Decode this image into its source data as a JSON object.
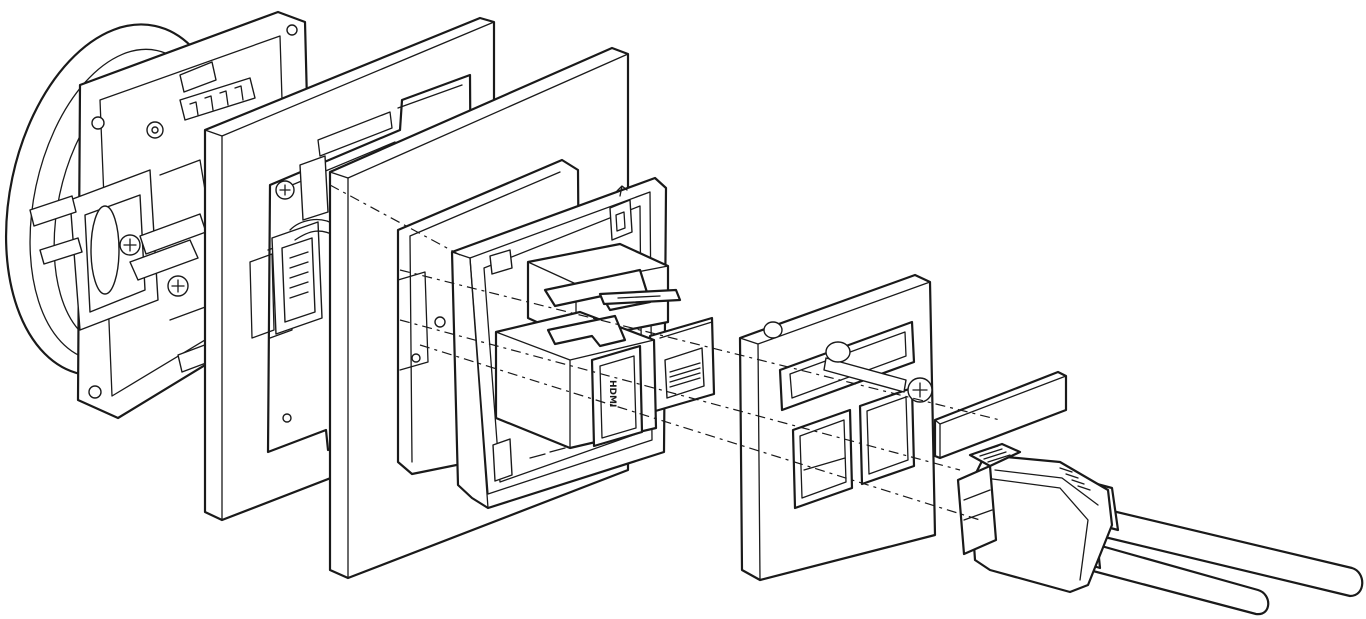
{
  "diagram": {
    "connector_label": "HDMI",
    "line_color": "#1a1a1a",
    "background": "#ffffff",
    "parts": [
      "mounting-box-and-bracket",
      "frame-plate-1",
      "frame-plate-2",
      "socket-insert-module",
      "cover-plate",
      "label-strip",
      "hdmi-cable-plug"
    ]
  }
}
